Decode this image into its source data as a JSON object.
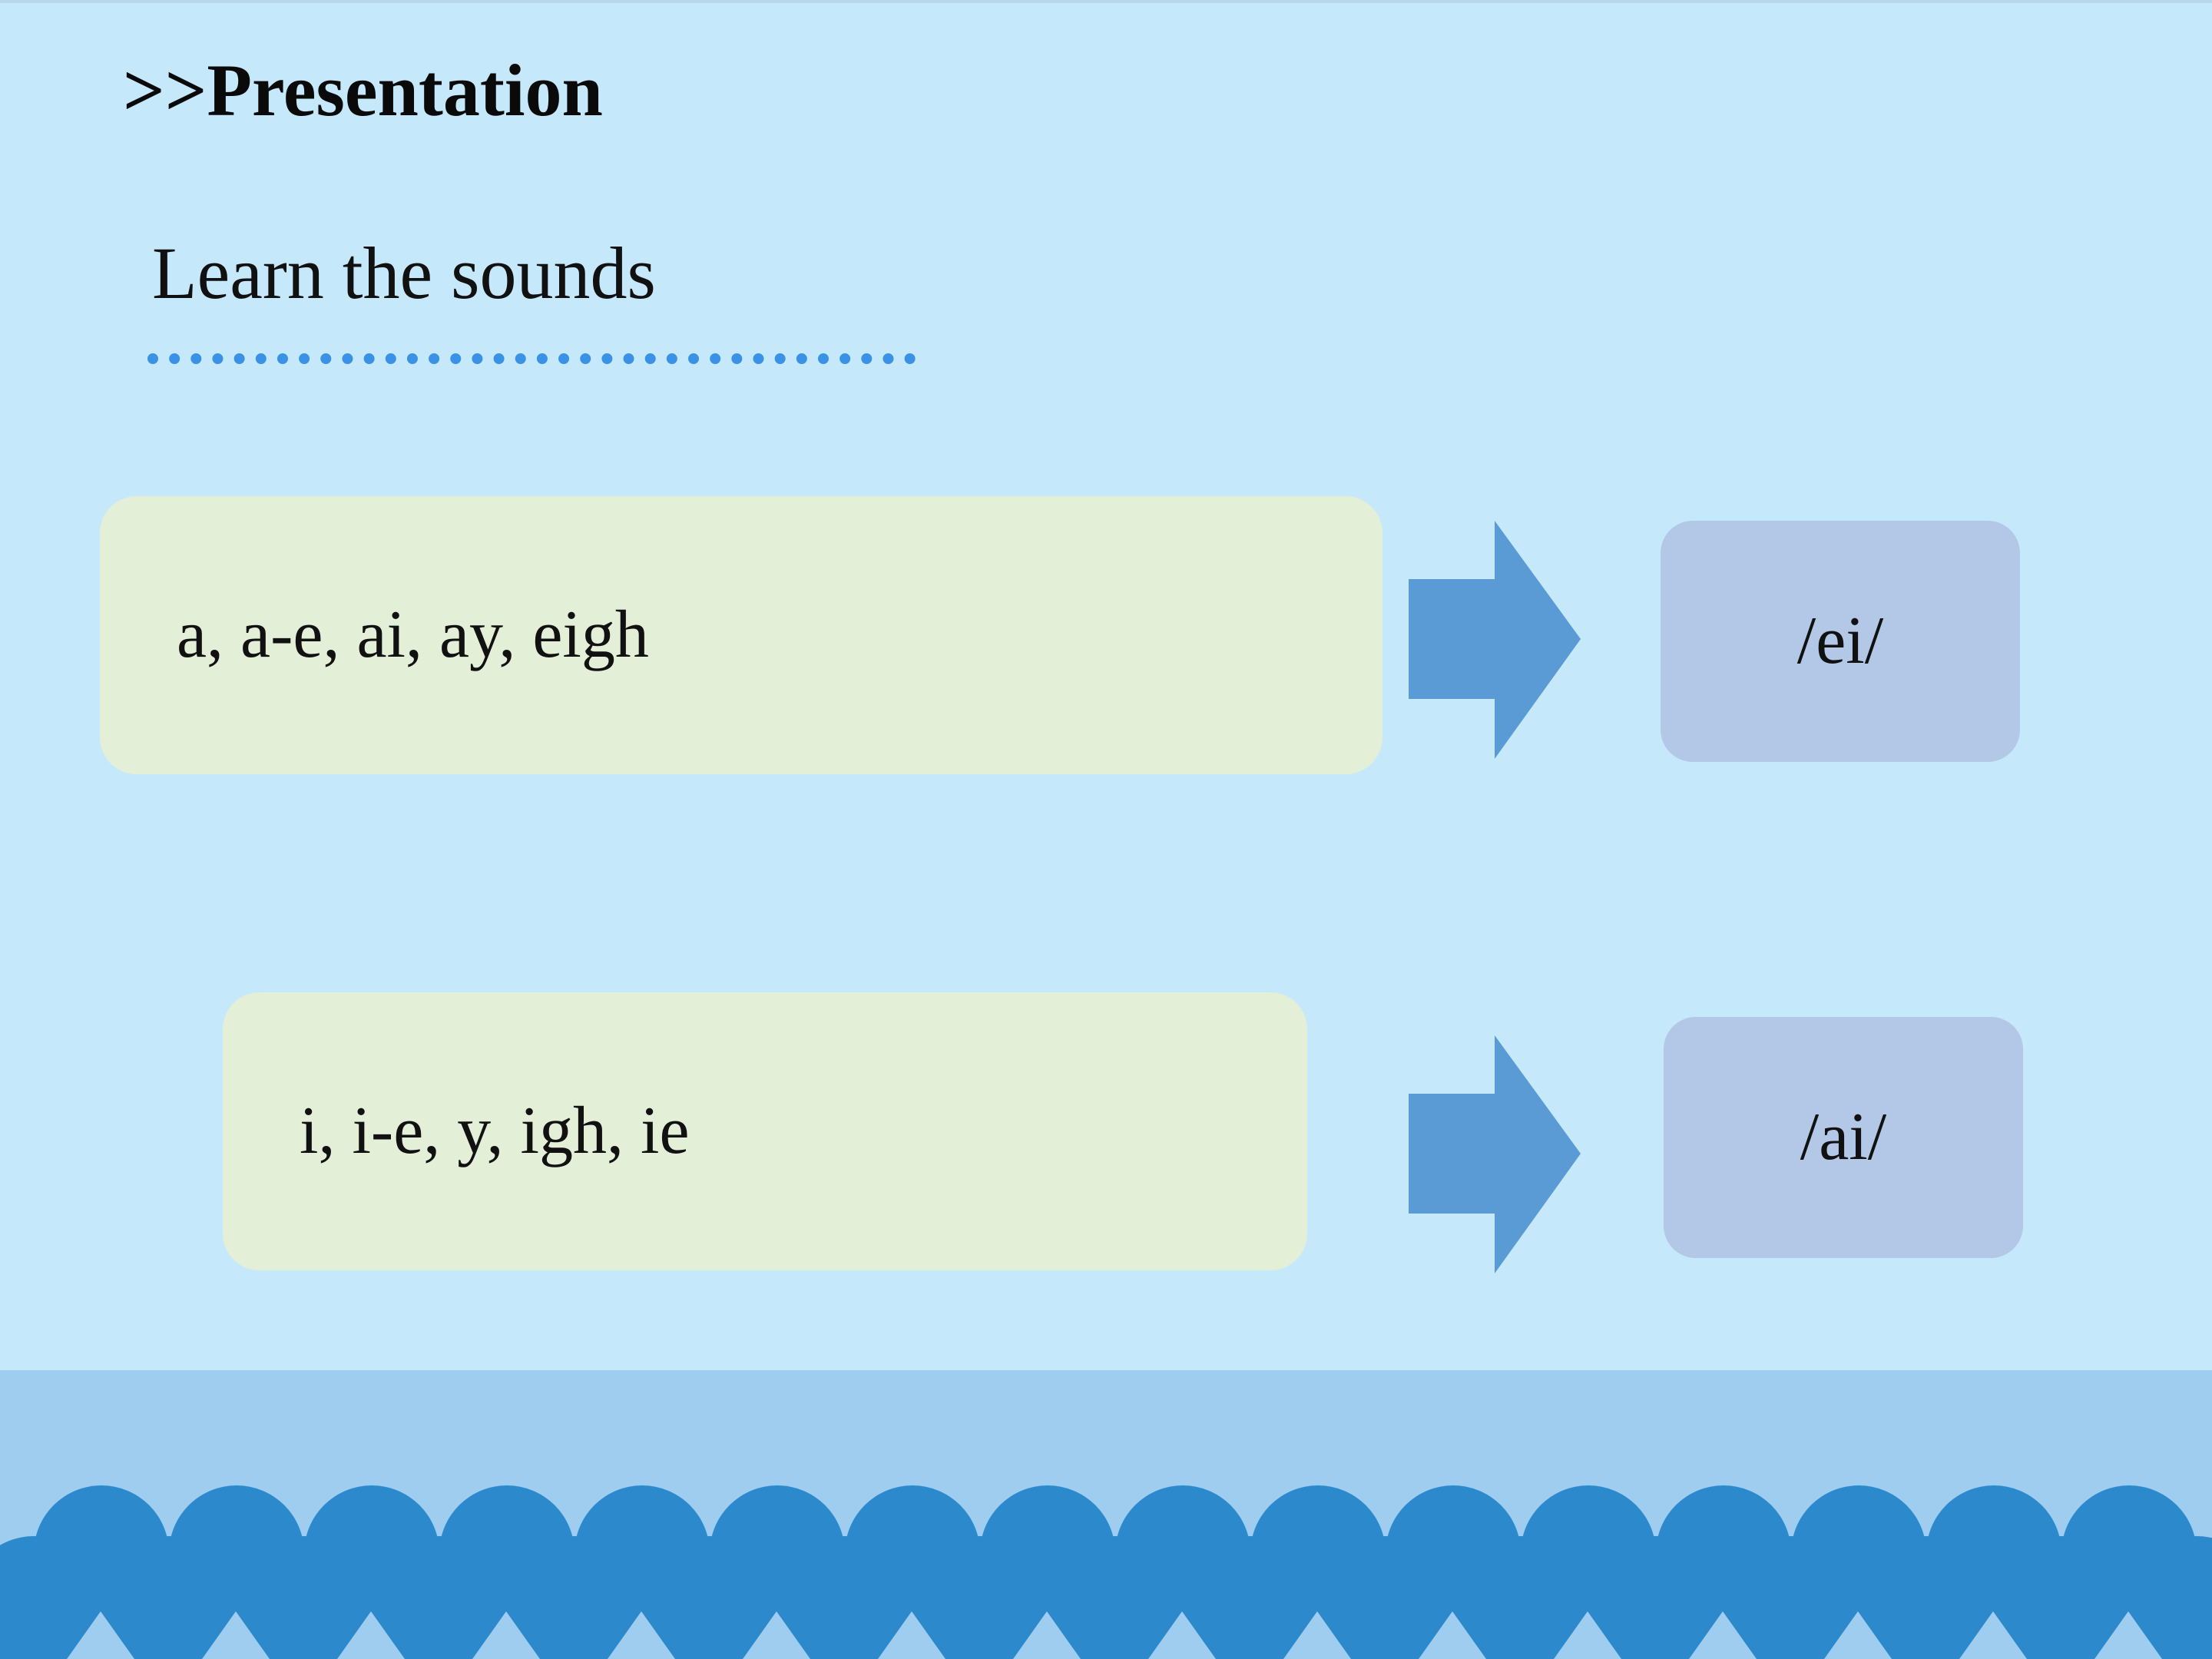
{
  "slide": {
    "section_title": ">>Presentation",
    "subtitle": "Learn the sounds"
  },
  "sound_pairs": [
    {
      "spellings": "a, a-e, ai, ay, eigh",
      "sound": "/ei/"
    },
    {
      "spellings": "i, i-e, y, igh, ie",
      "sound": "/ai/"
    }
  ],
  "colors": {
    "background": "#c6e8fb",
    "accent": "#3a92e6",
    "spelling_box": "#e4efd8",
    "sound_box": "#b3c7e7",
    "arrow": "#5b9bd5",
    "wave_band": "#9fcdf0",
    "wave_circle": "#2b89cc"
  },
  "icons": {
    "arrow": "right-arrow-icon",
    "wave_decoration": "scallop-waves"
  }
}
